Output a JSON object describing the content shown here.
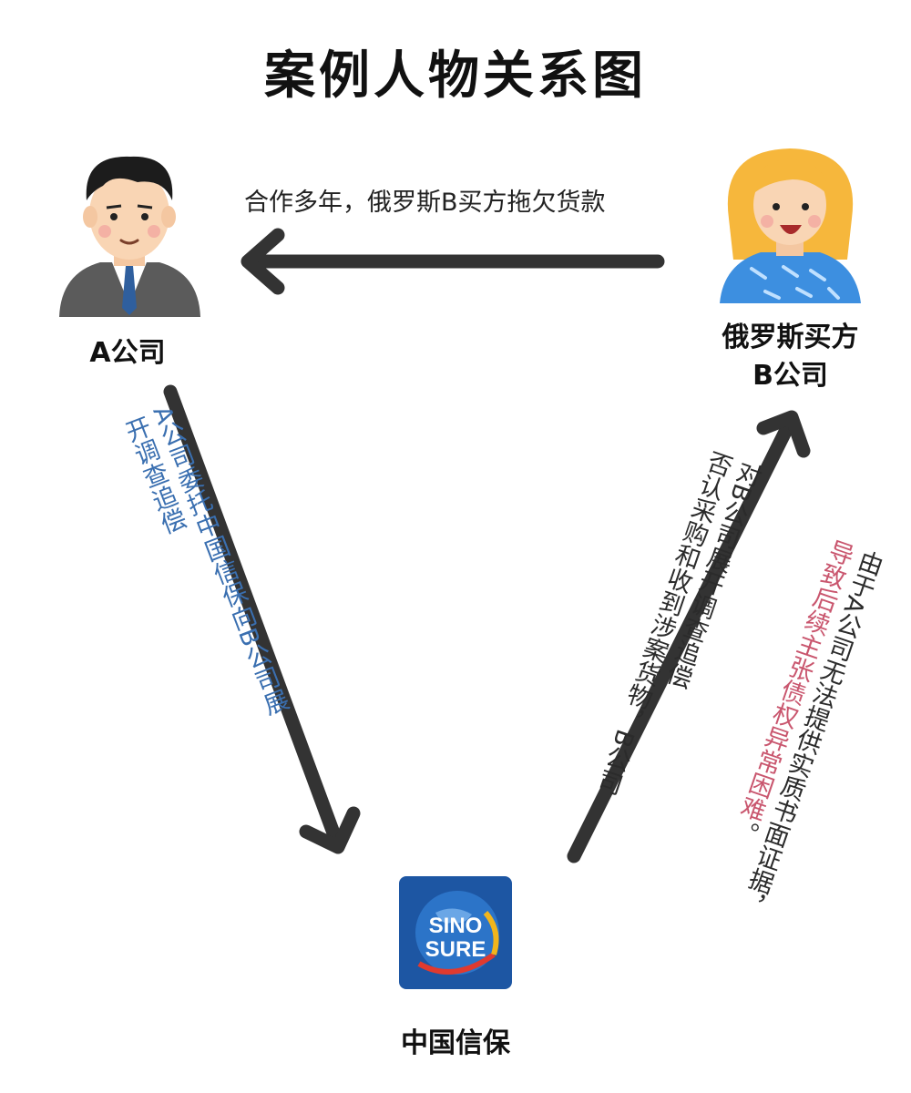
{
  "title": "案例人物关系图",
  "nodes": {
    "a_company": {
      "label": "A公司"
    },
    "buyer": {
      "label_line1": "俄罗斯买方",
      "label_line2": "B公司"
    },
    "sinosure": {
      "label": "中国信保",
      "logo_line1": "SINO",
      "logo_line2": "SURE"
    }
  },
  "edges": {
    "top": {
      "text": "合作多年，俄罗斯B买方拖欠货款"
    },
    "left": {
      "line1": "A公司委托中国信保向B公司展",
      "line2": "开调查追偿"
    },
    "middle": {
      "line1": "对B公司展开调查追偿",
      "line2": "否认采购和收到涉案货物，B公司"
    },
    "right": {
      "line1": "由于A公司无法提供实质书面证据，",
      "line2_red": "导致后续主张债权异常困难",
      "line2_end": "。"
    }
  },
  "colors": {
    "arrow": "#333333",
    "blue_text": "#3a6fb0",
    "red_text": "#c9566e",
    "logo_bg": "#1d56a3"
  }
}
